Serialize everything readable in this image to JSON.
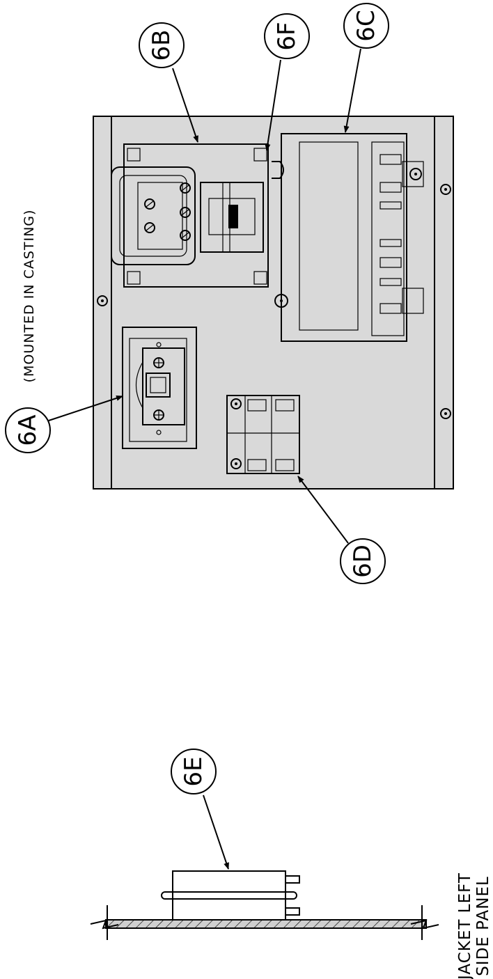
{
  "callouts": {
    "a": "6A",
    "b": "6B",
    "c": "6C",
    "d": "6D",
    "e": "6E",
    "f": "6F"
  },
  "notes": {
    "mounted": "(MOUNTED IN CASTING)"
  },
  "panel_label": {
    "line1": "JACKET LEFT",
    "line2": "SIDE PANEL"
  }
}
